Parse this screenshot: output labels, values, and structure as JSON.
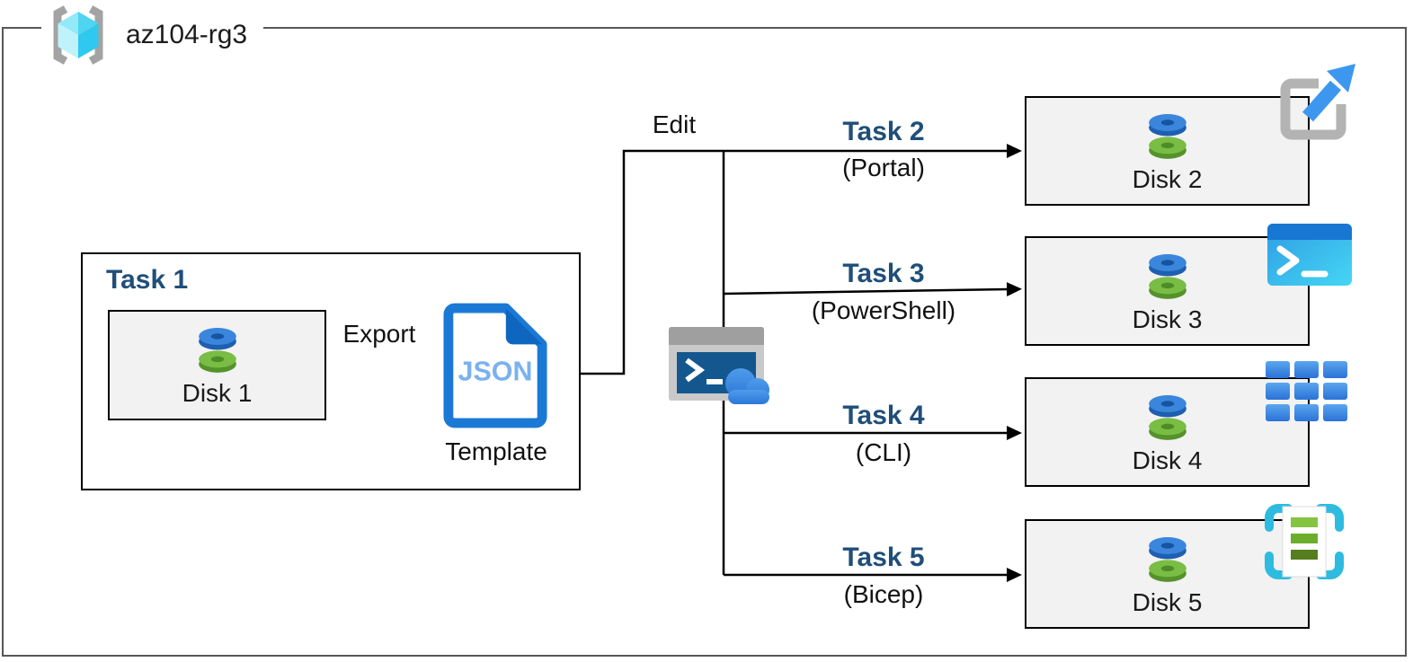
{
  "header": {
    "resource_group_name": "az104-rg3",
    "icon": "resource-group-icon"
  },
  "task1": {
    "title": "Task 1",
    "disk_label": "Disk 1",
    "disk_icon": "managed-disk-icon",
    "export_label": "Export",
    "template_file_text": "JSON",
    "template_label": "Template",
    "template_icon": "json-template-icon"
  },
  "edit_label": "Edit",
  "cloud_shell_icon": "cloud-shell-icon",
  "flows": [
    {
      "task": "Task 2",
      "tool": "(Portal)",
      "disk": "Disk 2",
      "target_icon": "azure-portal-icon"
    },
    {
      "task": "Task 3",
      "tool": "(PowerShell)",
      "disk": "Disk 3",
      "target_icon": "powershell-icon"
    },
    {
      "task": "Task 4",
      "tool": "(CLI)",
      "disk": "Disk 4",
      "target_icon": "azure-cli-icon"
    },
    {
      "task": "Task 5",
      "tool": "(Bicep)",
      "disk": "Disk 5",
      "target_icon": "bicep-template-icon"
    }
  ],
  "colors": {
    "task_heading": "#1F4E79",
    "disk_box_fill": "#F2F2F2",
    "outer_border": "#575757",
    "connector": "#000000",
    "disk_blue": "#3B82D8",
    "disk_green": "#79BD45",
    "azure_blue": "#1B79D6",
    "cube_cyan": "#3FCEF0",
    "bracket_gray": "#A3A3A3"
  }
}
